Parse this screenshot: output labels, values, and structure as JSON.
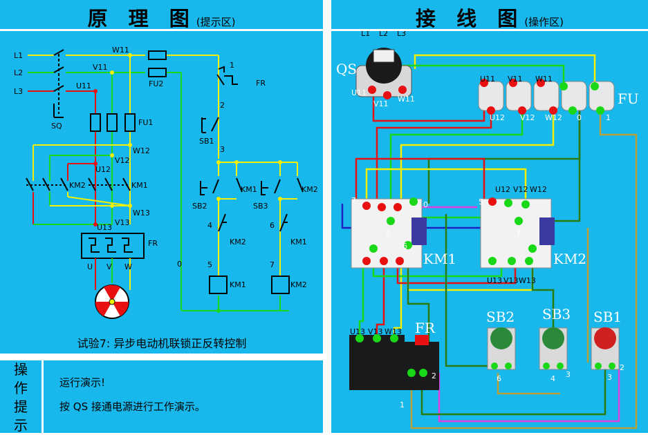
{
  "left_panel": {
    "title": "原 理 图",
    "title_sub": "(提示区)",
    "caption": "试验7: 异步电动机联锁正反转控制",
    "labels": {
      "L1": "L1",
      "L2": "L2",
      "L3": "L3",
      "U11": "U11",
      "V11": "V11",
      "W11": "W11",
      "SQ": "SQ",
      "FU1": "FU1",
      "FU2": "FU2",
      "W12": "W12",
      "V12": "V12",
      "U12": "U12",
      "KM2": "KM2",
      "KM1": "KM1",
      "W13": "W13",
      "V13": "V13",
      "U13": "U13",
      "FR": "FR",
      "U": "U",
      "V": "V",
      "W": "W",
      "n1": "1",
      "n2": "2",
      "n3": "3",
      "n4": "4",
      "n5": "5",
      "n6": "6",
      "n7": "7",
      "n0": "0",
      "SB1": "SB1",
      "SB2": "SB2",
      "SB3": "SB3"
    }
  },
  "right_panel": {
    "title": "接 线 图",
    "title_sub": "(操作区)",
    "labels": {
      "QS": "QS",
      "L1": "L1",
      "L2": "L2",
      "L3": "L3",
      "U11": "U11",
      "V11": "V11",
      "W11": "W11",
      "FU": "FU",
      "U12": "U12",
      "V12": "V12",
      "W12": "W12",
      "n0": "0",
      "n1": "1",
      "KM1": "KM1",
      "KM2": "KM2",
      "n7": "7",
      "n5": "5",
      "n6": "6",
      "n3": "3",
      "n4": "4",
      "n2": "2",
      "U13": "U13",
      "V13": "V13",
      "W13": "W13",
      "FR": "FR",
      "SB2": "SB2",
      "SB3": "SB3",
      "SB1": "SB1"
    }
  },
  "tips": {
    "label": [
      "操",
      "作",
      "提",
      "示"
    ],
    "line1": "运行演示!",
    "line2": "按 QS 接通电源进行工作演示。"
  },
  "colors": {
    "background": "#18b8ec",
    "yellow": "#f5f000",
    "green": "#18d818",
    "red": "#e81010",
    "dark_green": "#2a7a10",
    "olive": "#b8a038",
    "violet": "#e040e0",
    "blue": "#2020c0"
  }
}
